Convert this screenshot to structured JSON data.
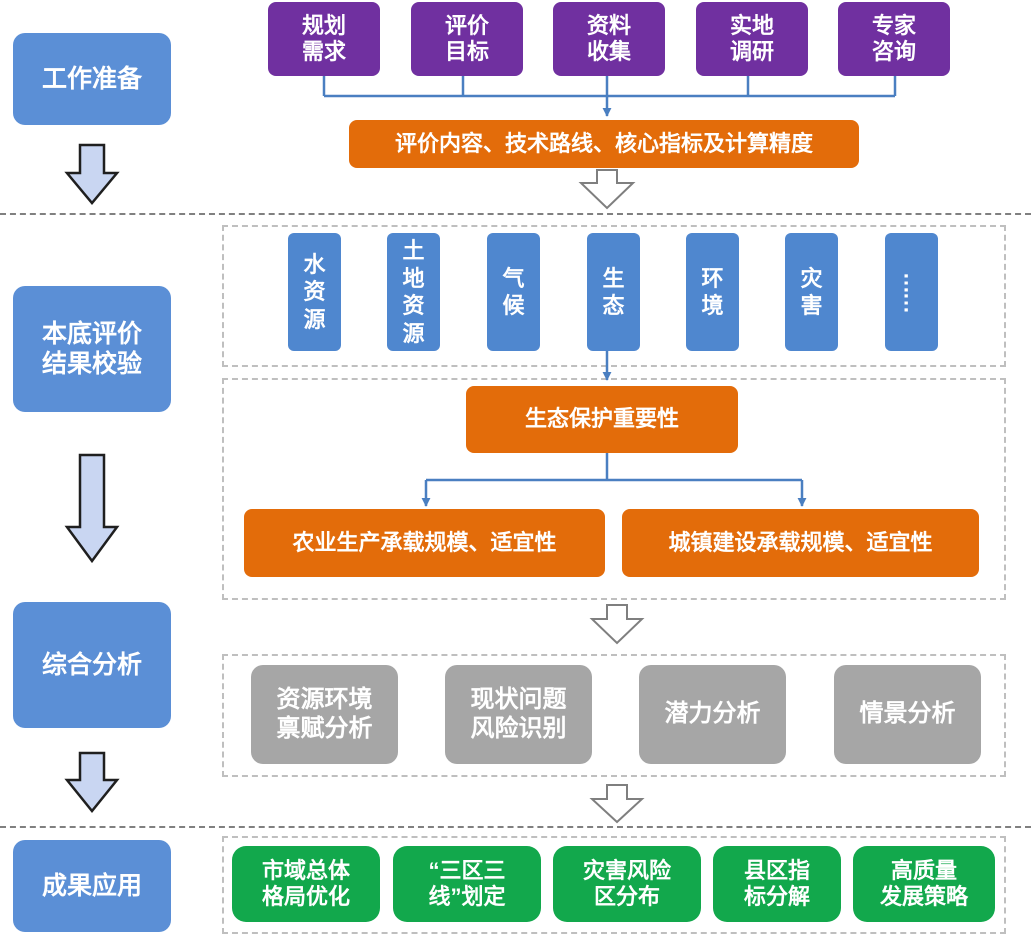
{
  "stages": [
    {
      "id": "prep",
      "label": "工作准备"
    },
    {
      "id": "check",
      "label": "本底评价\n结果校验"
    },
    {
      "id": "analysis",
      "label": "综合分析"
    },
    {
      "id": "apply",
      "label": "成果应用"
    }
  ],
  "prep": {
    "inputs": [
      {
        "id": "req",
        "label": "规划\n需求"
      },
      {
        "id": "goal",
        "label": "评价\n目标"
      },
      {
        "id": "data",
        "label": "资料\n收集"
      },
      {
        "id": "survey",
        "label": "实地\n调研"
      },
      {
        "id": "expert",
        "label": "专家\n咨询"
      }
    ],
    "output": "评价内容、技术路线、核心指标及计算精度"
  },
  "factors": [
    "水资源",
    "土地资源",
    "气候",
    "生态",
    "环境",
    "灾害",
    "……"
  ],
  "evaluation": {
    "eco": "生态保护重要性",
    "agri": "农业生产承载规模、适宜性",
    "urban": "城镇建设承载规模、适宜性"
  },
  "analysis": [
    {
      "id": "endow",
      "label": "资源环境\n禀赋分析"
    },
    {
      "id": "risk",
      "label": "现状问题\n风险识别"
    },
    {
      "id": "potential",
      "label": "潜力分析"
    },
    {
      "id": "scenario",
      "label": "情景分析"
    }
  ],
  "results": [
    {
      "id": "layout",
      "label": "市域总体\n格局优化"
    },
    {
      "id": "zones",
      "label": "“三区三\n线”划定"
    },
    {
      "id": "hazard",
      "label": "灾害风险\n区分布"
    },
    {
      "id": "county",
      "label": "县区指\n标分解"
    },
    {
      "id": "quality",
      "label": "高质量\n发展策略"
    }
  ],
  "colors": {
    "stage": "#5b8fd6",
    "purple": "#7030a0",
    "orange": "#e36c0a",
    "blue": "#4f87cf",
    "gray": "#a6a6a6",
    "green": "#12a84c",
    "connector": "#4a7fc1",
    "arrow_fill": "#c9d6f2"
  }
}
